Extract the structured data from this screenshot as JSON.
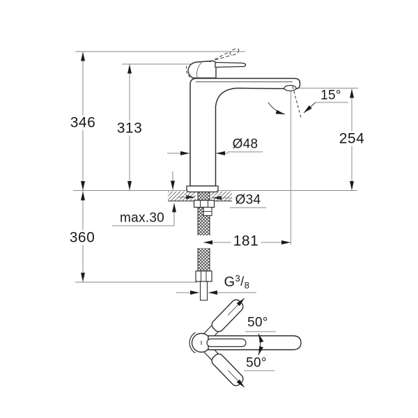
{
  "drawing": {
    "type": "technical-dimension-drawing",
    "subject": "single-lever basin mixer tap: side elevation with mounting cross-section and top view of handle swivel range"
  },
  "labels": {
    "overall_height": "346",
    "body_height": "313",
    "outlet_height": "254",
    "body_diameter": "Ø48",
    "hole_diameter": "Ø34",
    "max_deck_thickness": "max.30",
    "hose_length": "360",
    "spout_projection": "181",
    "spout_angle": "15°",
    "handle_swing_up": "50°",
    "handle_swing_down": "50°",
    "thread": {
      "prefix": "G",
      "numerator": "3",
      "slash": "/",
      "denominator": "8"
    }
  },
  "colors": {
    "dimension_line": "#8a8a8a",
    "object_line": "#2f2f2f",
    "text": "#1a1a1a",
    "background": "#ffffff"
  }
}
